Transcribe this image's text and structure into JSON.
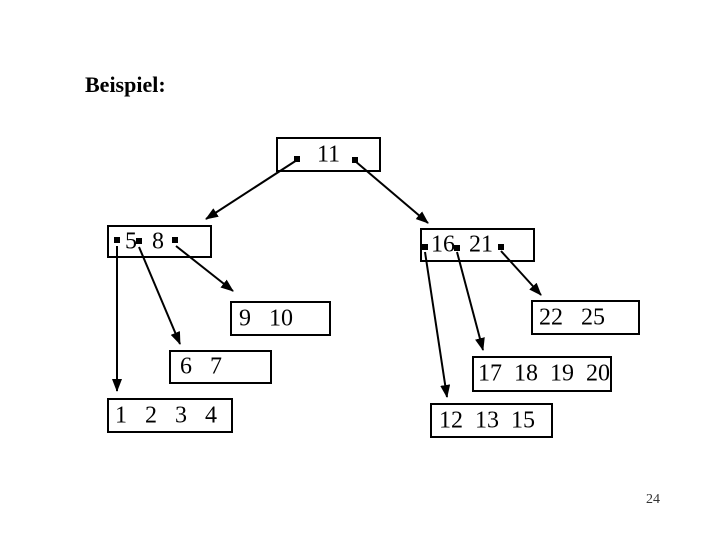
{
  "slide": {
    "title": "Beispiel:",
    "page_number": "24",
    "colors": {
      "background": "#ffffff",
      "line": "#000000",
      "text": "#000000"
    }
  },
  "tree": {
    "root": {
      "key": "11"
    },
    "internal_left": {
      "key1": "5",
      "key2": "8"
    },
    "internal_right": {
      "key1": "16",
      "key2": "21"
    },
    "leaves": {
      "l_9_10": {
        "keys": "9   10"
      },
      "l_6_7": {
        "keys": "6   7"
      },
      "l_1_2_3_4": {
        "keys": "1   2   3   4"
      },
      "l_22_25": {
        "keys": "22   25"
      },
      "l_17_18_19_20": {
        "keys": "17  18  19  20"
      },
      "l_12_13_15": {
        "keys": "12  13  15"
      }
    }
  }
}
